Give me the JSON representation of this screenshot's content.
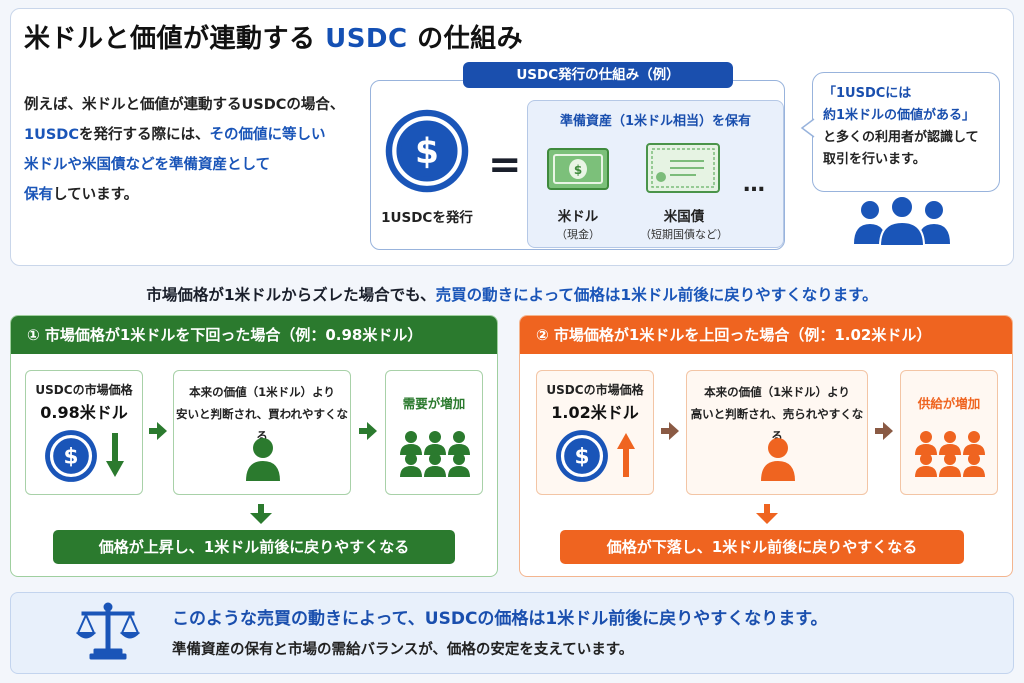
{
  "title": {
    "main": "米ドルと価値が連動する",
    "accent": "USDC",
    "tail": "の仕組み"
  },
  "intro": {
    "line1": "例えば、米ドルと価値が連動するUSDCの場合、",
    "line2_blue": "1USDC",
    "line2_rest": "を発行する際には、",
    "line2_blue2": "その価値に等しい",
    "line3_blue": "米ドルや米国債などを準備資産として",
    "line4_blue": "保有",
    "line4_rest": "しています。"
  },
  "mechanism": {
    "banner": "USDC発行の仕組み（例）",
    "issue_label": "1USDCを発行",
    "equals": "=",
    "reserve_title": "準備資産（1米ドル相当）を保有",
    "cash_label": "米ドル",
    "cash_sub": "（現金）",
    "bond_label": "米国債",
    "bond_sub": "（短期国債など）",
    "dots": "…"
  },
  "bubble": {
    "line1": "「1USDCには",
    "line2": "約1米ドルの価値がある」",
    "line3": "と多くの利用者が認識して",
    "line4": "取引を行います。"
  },
  "headline": {
    "pre": "市場価格が1米ドルからズレた場合でも、",
    "blue": "売買の動きによって価格は1米ドル前後に戻りやすくなります。"
  },
  "case_below": {
    "header": "① 市場価格が1米ドルを下回った場合（例：0.98米ドル）",
    "price_label": "USDCの市場価格",
    "price_value": "0.98米ドル",
    "text1": "本来の価値（1米ドル）より",
    "text2": "安いと判断され、買われやすくなる",
    "result_label": "需要が増加",
    "result": "価格が上昇し、1米ドル前後に戻りやすくなる"
  },
  "case_above": {
    "header": "② 市場価格が1米ドルを上回った場合（例：1.02米ドル）",
    "price_label": "USDCの市場価格",
    "price_value": "1.02米ドル",
    "text1": "本来の価値（1米ドル）より",
    "text2": "高いと判断され、売られやすくなる",
    "result_label": "供給が増加",
    "result": "価格が下落し、1米ドル前後に戻りやすくなる"
  },
  "bottom": {
    "line1": "このような売買の動きによって、USDCの価格は1米ドル前後に戻りやすくなります。",
    "line2": "準備資産の保有と市場の需給バランスが、価格の安定を支えています。"
  },
  "icons": {
    "coin": "usdc-coin-icon",
    "cash": "banknote-icon",
    "bond": "certificate-icon",
    "users": "users-group-icon",
    "person": "person-icon",
    "crowd": "crowd-icon",
    "scale": "balance-scale-icon",
    "arrow": "arrow-right-icon"
  },
  "colors": {
    "blue": "#1a4fae",
    "green": "#2b7a2e",
    "orange": "#ef6420"
  }
}
